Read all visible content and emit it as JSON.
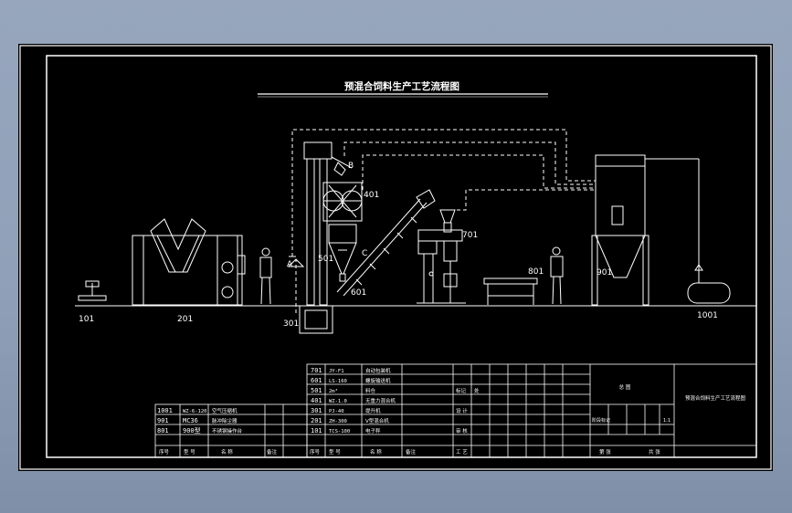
{
  "title": "预混合饲料生产工艺流程图",
  "colors": {
    "window": "#8fa0b8",
    "sheet": "#000000",
    "line": "#ffffff"
  },
  "callouts": {
    "a": "A",
    "b": "B",
    "c": "C",
    "n101": "101",
    "n201": "201",
    "n301": "301",
    "n401": "401",
    "n501": "501",
    "n601": "601",
    "n701": "701",
    "n801": "801",
    "n901": "901",
    "n1001": "1001"
  },
  "bom_right": [
    {
      "no": "701",
      "model": "JY-F1",
      "name": "自动包装机"
    },
    {
      "no": "601",
      "model": "LS-160",
      "name": "螺旋输送机"
    },
    {
      "no": "501",
      "model": "2m³",
      "name": "料仓"
    },
    {
      "no": "401",
      "model": "WZ-1.0",
      "name": "无重力混合机"
    },
    {
      "no": "301",
      "model": "PJ-40",
      "name": "提升机"
    },
    {
      "no": "201",
      "model": "ZH-300",
      "name": "V型混合机"
    },
    {
      "no": "101",
      "model": "TCS-100",
      "name": "电子秤"
    }
  ],
  "bom_left": [
    {
      "no": "1001",
      "model": "WZ-6-120",
      "name": "空气压缩机"
    },
    {
      "no": "901",
      "model": "MC36",
      "name": "脉冲除尘器"
    },
    {
      "no": "801",
      "model": "900型",
      "name": "不锈钢操作台"
    }
  ],
  "bom_header": {
    "no": "序号",
    "model": "型 号",
    "name": "名 称",
    "note": "备注"
  },
  "title_block": {
    "drawing_title": "预混合饲料生产工艺流程图",
    "drawing_no": "总 图",
    "biaoji": "标记",
    "chushu": "处",
    "sheji": "设 计",
    "shenhe": "审 核",
    "gongyi": "工 艺",
    "jieduan": "阶段标记",
    "zhang": "第 张",
    "gong": "共 张",
    "ratio": "1:1"
  }
}
